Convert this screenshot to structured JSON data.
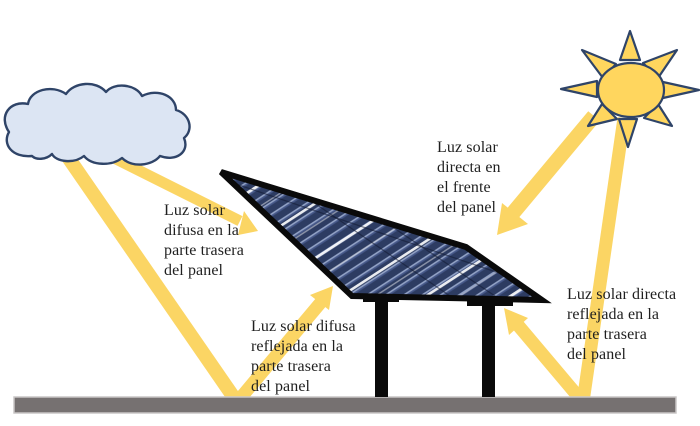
{
  "diagram": {
    "labels": {
      "diffuse_back": "Luz solar\ndifusa en la\nparte trasera\ndel panel",
      "diffuse_reflected_back": "Luz solar difusa\nreflejada en la\nparte trasera\ndel panel",
      "direct_front": "Luz solar\ndirecta en\nel frente\ndel panel",
      "direct_reflected_back": "Luz solar directa\nreflejada en la\nparte trasera\ndel panel"
    },
    "colors": {
      "beam": "#FBD564",
      "sun_fill": "#FFD65E",
      "outline": "#2F4468",
      "cloud_fill": "#DCE5F3",
      "panel_blue": "#2D3C62",
      "panel_stripe": "#94A4C8",
      "panel_frame": "#0A0A0A",
      "ground": "#767171",
      "ground_border": "#C9C6C6",
      "text": "#1F1F1F",
      "bg": "#FFFFFF"
    }
  }
}
